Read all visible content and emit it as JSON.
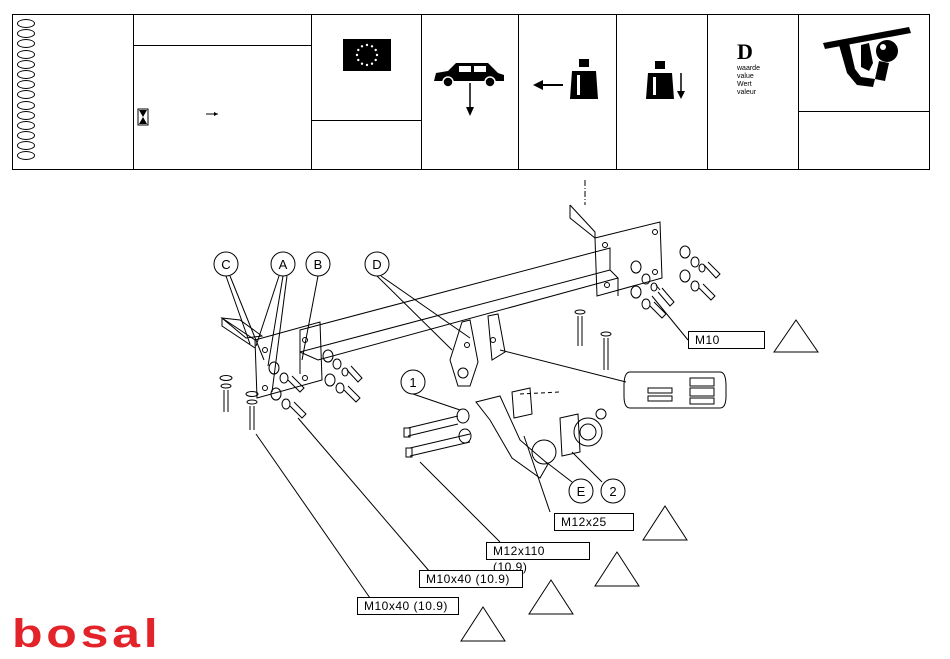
{
  "header": {
    "weight_terms": [
      "waarde",
      "value",
      "Wert",
      "valeur"
    ],
    "d_label": "D"
  },
  "callouts": {
    "C": "C",
    "A": "A",
    "B": "B",
    "D": "D",
    "one": "1",
    "two": "2",
    "E": "E"
  },
  "bolt_labels": {
    "m10": "M10",
    "m12x25": "M12x25",
    "m12x110": "M12x110 (10.9)",
    "m10x40_a": "M10x40 (10.9)",
    "m10x40_b": "M10x40 (10.9)"
  },
  "brand": {
    "logo": "bosal",
    "color": "#e2232a"
  }
}
